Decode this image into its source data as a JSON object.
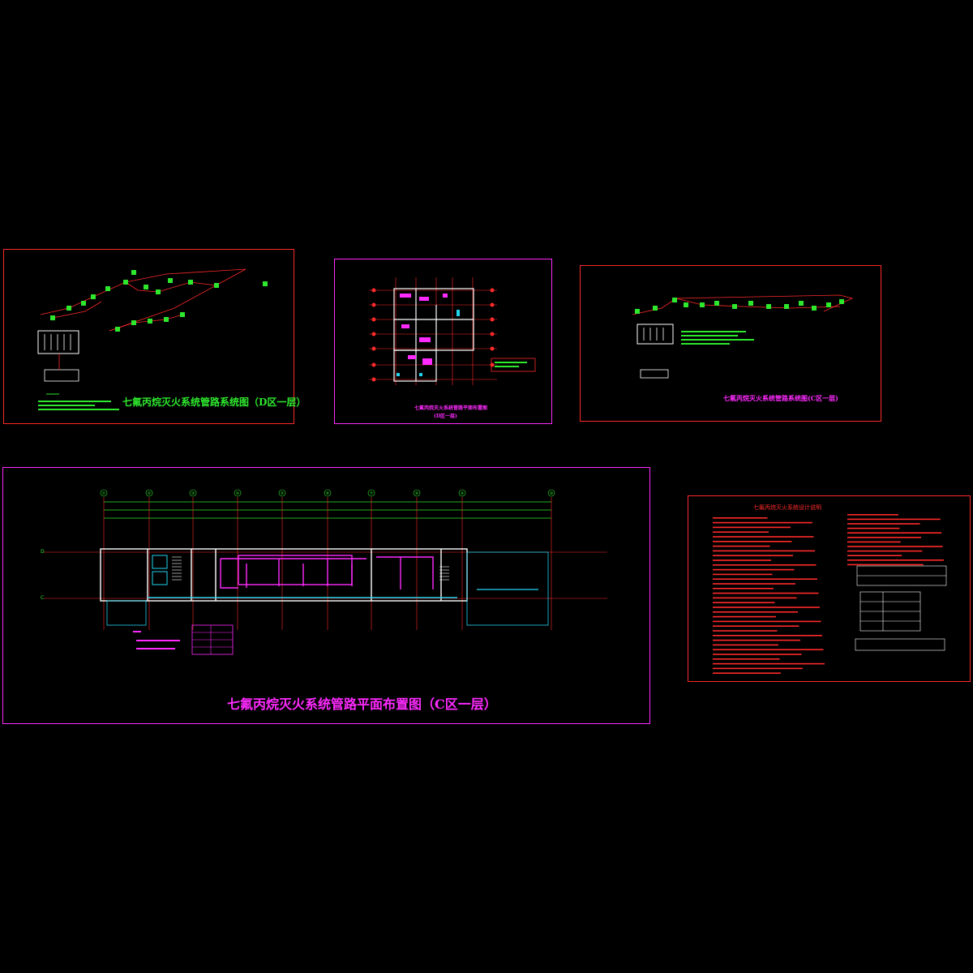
{
  "sheets": {
    "d_system": {
      "title": "七氟丙烷灭火系统管路系统图（D区一层）",
      "border_color": "#ff2a2a",
      "title_color": "#2ee82e"
    },
    "d_plan": {
      "title_line1": "七氟丙烷灭火系统管路平面布置图",
      "title_line2": "(D区一层)",
      "border_color": "#ff2aff",
      "title_color": "#ff2aff"
    },
    "c_system": {
      "title": "七氟丙烷灭火系统管路系统图(C区一层)",
      "border_color": "#ff2a2a",
      "title_color": "#ff2aff"
    },
    "c_plan": {
      "title": "七氟丙烷灭火系统管路平面布置图（C区一层）",
      "border_color": "#ff2aff",
      "title_color": "#ff2aff",
      "axis_labels": [
        "①",
        "②",
        "③",
        "④",
        "⑤",
        "⑥",
        "⑦",
        "⑧",
        "⑨",
        "⑩"
      ],
      "row_labels": [
        "D",
        "C"
      ]
    },
    "notes": {
      "title": "七氟丙烷灭火系统设计说明",
      "border_color": "#ff2a2a",
      "title_color": "#ff2a2a"
    }
  },
  "colors": {
    "background": "#000000",
    "pipe_green": "#2ee82e",
    "pipe_magenta": "#ff2aff",
    "wall_white": "#ffffff",
    "grid_red": "#ff2a2a",
    "dim_cyan": "#22d3ee",
    "note_yellow": "#f5e52a"
  }
}
